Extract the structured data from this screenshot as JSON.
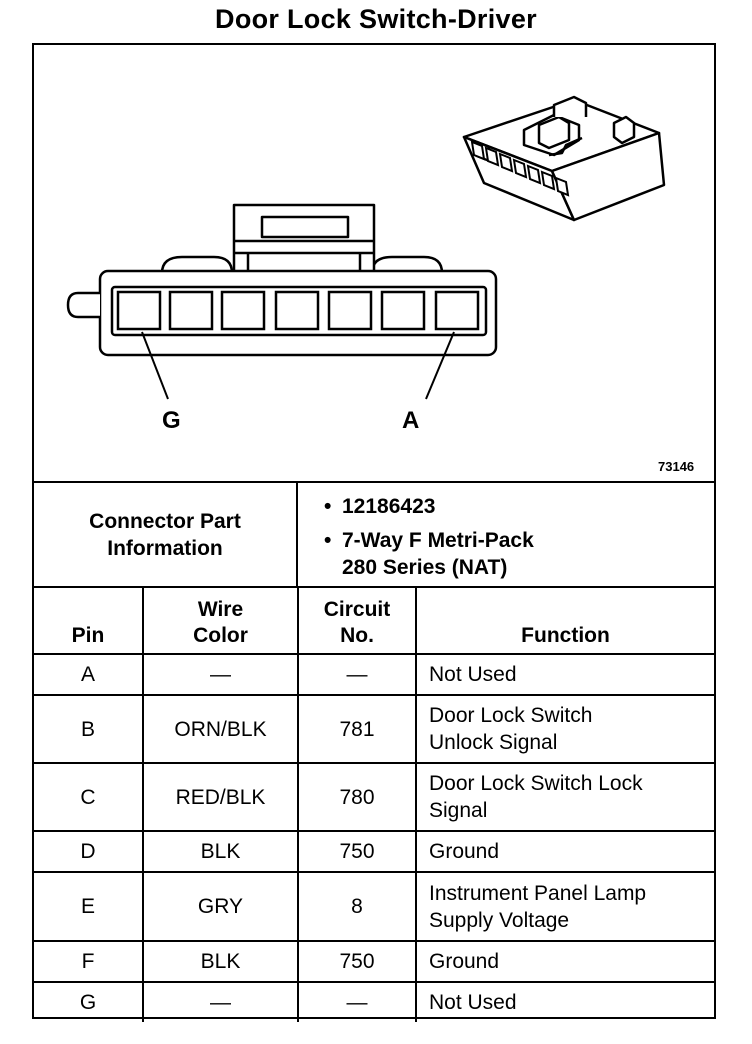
{
  "title": "Door Lock Switch-Driver",
  "figure": {
    "pin_label_left": "G",
    "pin_label_right": "A",
    "figure_number": "73146"
  },
  "connector_info": {
    "label_line1": "Connector Part",
    "label_line2": "Information",
    "part_number": "12186423",
    "description_line1": "7-Way F Metri-Pack",
    "description_line2": "280 Series (NAT)",
    "bullet_glyph": "•"
  },
  "table": {
    "headers": {
      "pin": "Pin",
      "wire_color_line1": "Wire",
      "wire_color_line2": "Color",
      "circuit_line1": "Circuit",
      "circuit_line2": "No.",
      "function": "Function"
    },
    "rows": [
      {
        "pin": "A",
        "wire_color": "—",
        "circuit": "—",
        "function_line1": "Not Used",
        "function_line2": ""
      },
      {
        "pin": "B",
        "wire_color": "ORN/BLK",
        "circuit": "781",
        "function_line1": "Door Lock Switch",
        "function_line2": "Unlock Signal"
      },
      {
        "pin": "C",
        "wire_color": "RED/BLK",
        "circuit": "780",
        "function_line1": "Door Lock Switch Lock",
        "function_line2": "Signal"
      },
      {
        "pin": "D",
        "wire_color": "BLK",
        "circuit": "750",
        "function_line1": "Ground",
        "function_line2": ""
      },
      {
        "pin": "E",
        "wire_color": "GRY",
        "circuit": "8",
        "function_line1": "Instrument Panel Lamp",
        "function_line2": "Supply Voltage"
      },
      {
        "pin": "F",
        "wire_color": "BLK",
        "circuit": "750",
        "function_line1": "Ground",
        "function_line2": ""
      },
      {
        "pin": "G",
        "wire_color": "—",
        "circuit": "—",
        "function_line1": "Not Used",
        "function_line2": ""
      }
    ]
  }
}
